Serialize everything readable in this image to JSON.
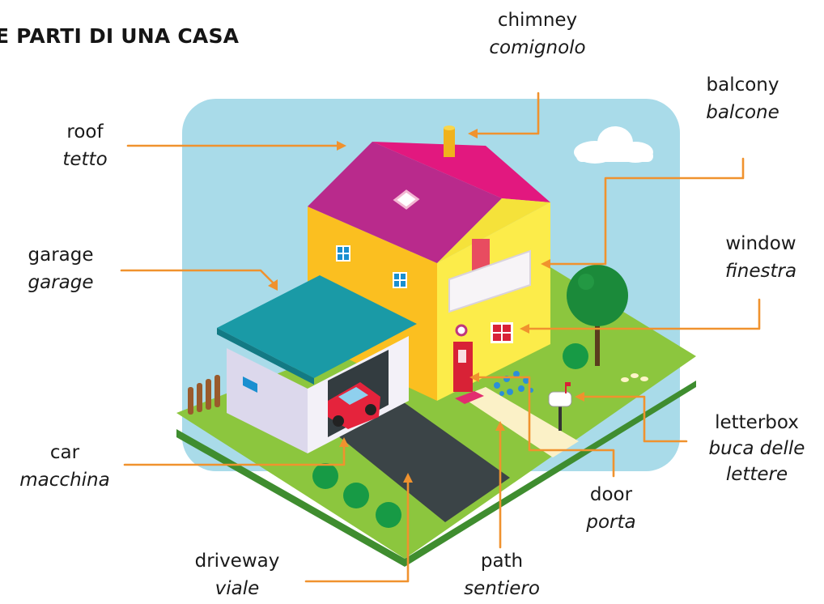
{
  "title": "E PARTI DI UNA CASA",
  "colors": {
    "leader": "#f0922e",
    "sky": "#a9dbe9",
    "roof": "#e2187f",
    "wall": "#fbd72a",
    "garage_roof": "#1a9aa6",
    "lawn": "#8cc63e",
    "driveway": "#3b4447"
  },
  "labels": [
    {
      "key": "chimney",
      "en": "chimney",
      "it": "comignolo"
    },
    {
      "key": "balcony",
      "en": "balcony",
      "it": "balcone"
    },
    {
      "key": "roof",
      "en": "roof",
      "it": "tetto"
    },
    {
      "key": "garage",
      "en": "garage",
      "it": "garage"
    },
    {
      "key": "window",
      "en": "window",
      "it": "finestra"
    },
    {
      "key": "letterbox",
      "en": "letterbox",
      "it": "buca delle lettere"
    },
    {
      "key": "car",
      "en": "car",
      "it": "macchina"
    },
    {
      "key": "door",
      "en": "door",
      "it": "porta"
    },
    {
      "key": "driveway",
      "en": "driveway",
      "it": "viale"
    },
    {
      "key": "path",
      "en": "path",
      "it": "sentiero"
    }
  ]
}
